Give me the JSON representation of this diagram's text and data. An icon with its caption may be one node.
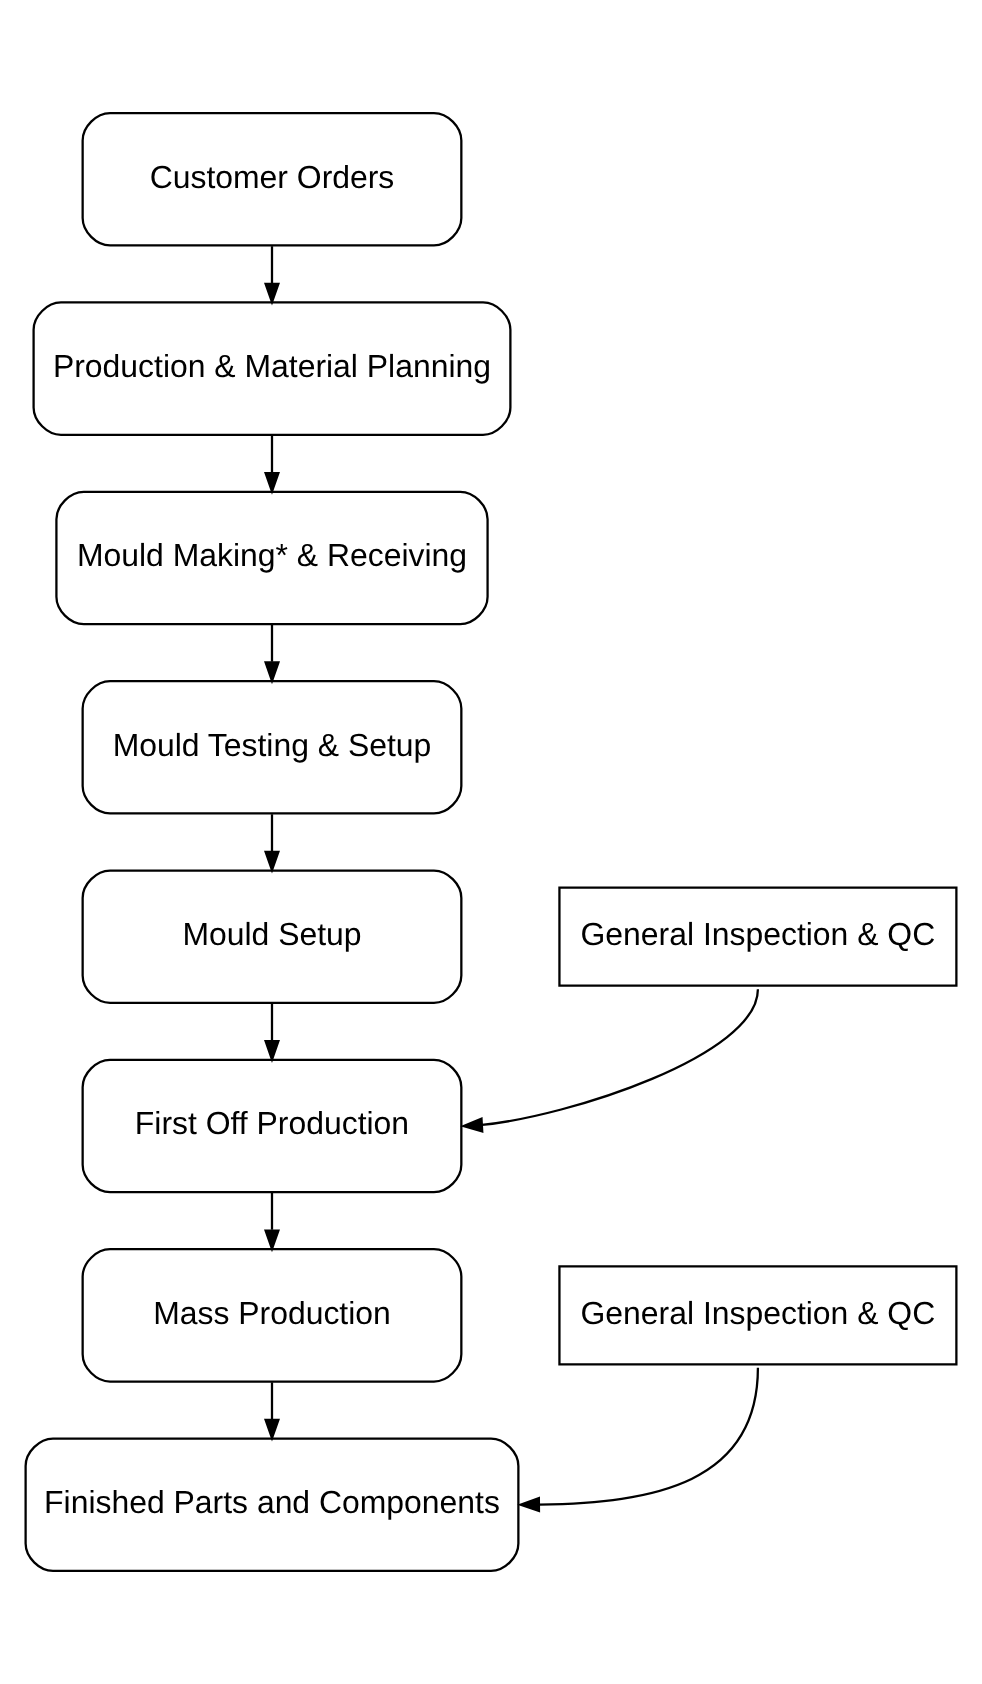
{
  "diagram": {
    "nodes": [
      {
        "text": [
          "Customer Orders"
        ]
      },
      {
        "text": [
          "Production & Material Planning"
        ]
      },
      {
        "text": [
          "Mould Making* & Receiving"
        ]
      },
      {
        "text": [
          "Mould Testing & Setup"
        ]
      },
      {
        "text": [
          "Mould Setup"
        ]
      },
      {
        "text": [
          "First Off Production"
        ]
      },
      {
        "text": [
          "Mass Production"
        ]
      },
      {
        "text": [
          "Finished Parts and Components"
        ]
      },
      {
        "text": [
          "General Inspection & QC"
        ]
      },
      {
        "text": [
          "General Inspection & QC"
        ]
      }
    ],
    "edges": [
      {
        "from": 0,
        "to": 1,
        "arrow": "to"
      },
      {
        "from": 1,
        "to": 2,
        "arrow": "to"
      },
      {
        "from": 2,
        "to": 3,
        "arrow": "to"
      },
      {
        "from": 3,
        "to": 4,
        "arrow": "to"
      },
      {
        "from": 4,
        "to": 5,
        "arrow": "to"
      },
      {
        "from": 5,
        "to": 6,
        "arrow": "to"
      },
      {
        "from": 6,
        "to": 7,
        "arrow": "to"
      },
      {
        "from": 8,
        "to": 5,
        "arrow": "to"
      },
      {
        "from": 9,
        "to": 7,
        "arrow": "to"
      }
    ]
  }
}
